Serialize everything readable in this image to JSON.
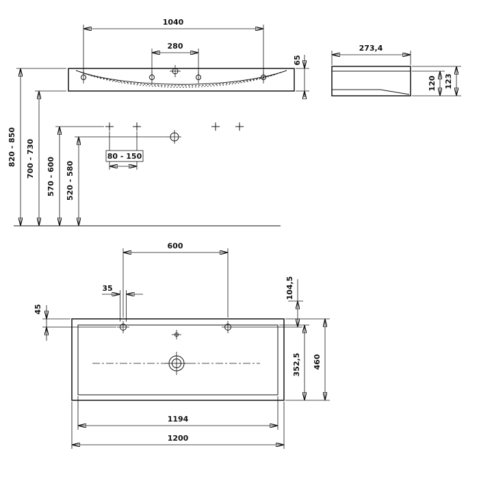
{
  "front_view": {
    "outer_hole_spacing": "1040",
    "inner_hole_spacing": "280",
    "rim_height": "65",
    "top_edge_height": "820 - 850",
    "underside_height": "700 - 730",
    "supply_height": "570 - 600",
    "drain_height": "520 - 580",
    "drain_horizontal_range": "80 - 150"
  },
  "side_view": {
    "depth": "273,4",
    "front_height": "120",
    "total_height": "123"
  },
  "plan_view": {
    "faucet_spacing": "600",
    "faucet_hole_width": "35",
    "faucet_edge_offset": "45",
    "back_offset": "104,5",
    "basin_inner_depth": "352,5",
    "overall_depth": "460",
    "basin_inner_width": "1194",
    "overall_width": "1200"
  }
}
